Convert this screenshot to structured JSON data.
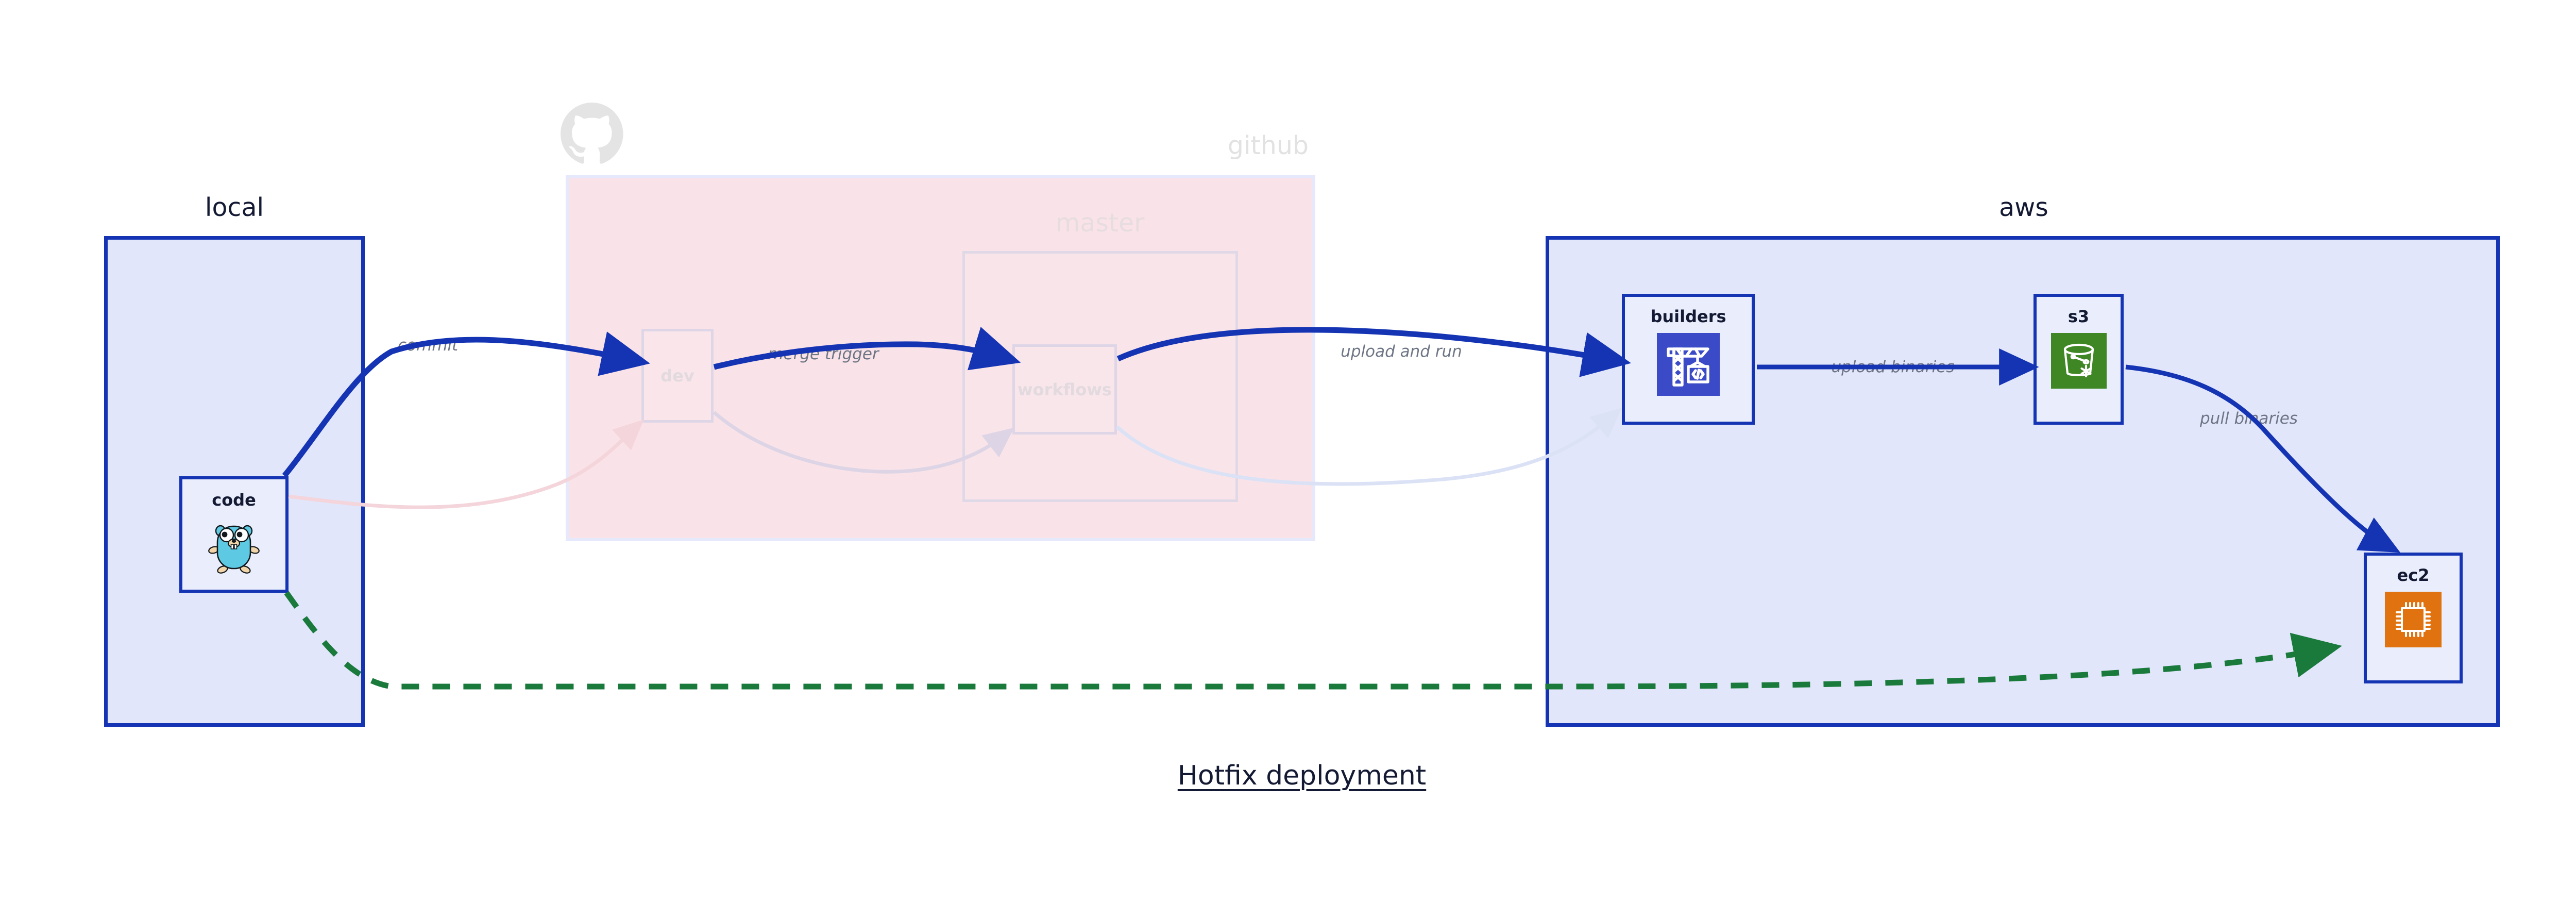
{
  "diagram": {
    "title": "Hotfix deployment",
    "type": "deployment-flow"
  },
  "groups": [
    {
      "id": "local",
      "label": "local",
      "style": "solid",
      "fill": "#e1e6fa",
      "stroke": "#1434b4"
    },
    {
      "id": "github",
      "label": "github",
      "style": "faded",
      "fill": "#f9e3e8",
      "stroke": "#e5e9fb"
    },
    {
      "id": "master",
      "label": "master",
      "style": "faded",
      "fill": "transparent",
      "stroke": "#dfd8e6"
    },
    {
      "id": "aws",
      "label": "aws",
      "style": "solid",
      "fill": "#e1e6fa",
      "stroke": "#1434b4"
    }
  ],
  "nodes": [
    {
      "id": "code",
      "label": "code",
      "group": "local",
      "icon": "go-gopher-icon",
      "state": "active"
    },
    {
      "id": "dev",
      "label": "dev",
      "group": "github",
      "icon": "none",
      "state": "faded"
    },
    {
      "id": "workflows",
      "label": "workflows",
      "group": "master",
      "icon": "none",
      "state": "faded"
    },
    {
      "id": "builders",
      "label": "builders",
      "group": "aws",
      "icon": "aws-builders-crane-icon",
      "icon_color": "#3b4bc8",
      "state": "active"
    },
    {
      "id": "s3",
      "label": "s3",
      "group": "aws",
      "icon": "aws-s3-bucket-icon",
      "icon_color": "#3f8624",
      "state": "active"
    },
    {
      "id": "ec2",
      "label": "ec2",
      "group": "aws",
      "icon": "aws-ec2-chip-icon",
      "icon_color": "#e0730f",
      "state": "active"
    }
  ],
  "edges": [
    {
      "id": "commit",
      "from": "code",
      "to": "dev",
      "label": "commit",
      "style": "solid-arrow",
      "color": "#1434b4",
      "emphasis": "primary"
    },
    {
      "id": "merge-trigger",
      "from": "dev",
      "to": "workflows",
      "label": "merge trigger",
      "style": "solid-arrow",
      "color": "#1434b4",
      "emphasis": "primary"
    },
    {
      "id": "upload-and-run",
      "from": "workflows",
      "to": "builders",
      "label": "upload and run",
      "style": "solid-arrow",
      "color": "#1434b4",
      "emphasis": "primary"
    },
    {
      "id": "upload-binaries",
      "from": "builders",
      "to": "s3",
      "label": "upload binaries",
      "style": "solid-arrow",
      "color": "#1434b4",
      "emphasis": "primary"
    },
    {
      "id": "pull-binaries",
      "from": "s3",
      "to": "ec2",
      "label": "pull binaries",
      "style": "solid-arrow",
      "color": "#1434b4",
      "emphasis": "primary"
    },
    {
      "id": "hotfix-direct",
      "from": "code",
      "to": "ec2",
      "label": "",
      "style": "dashed-arrow",
      "color": "#1a7a3c",
      "emphasis": "highlight"
    },
    {
      "id": "faded-code-dev",
      "from": "code",
      "to": "dev",
      "label": "",
      "style": "solid-arrow",
      "color": "#f6dde2",
      "emphasis": "faded"
    },
    {
      "id": "faded-dev-workflows",
      "from": "dev",
      "to": "workflows",
      "label": "",
      "style": "solid-arrow",
      "color": "#ded7e8",
      "emphasis": "faded"
    },
    {
      "id": "faded-workflows-build",
      "from": "workflows",
      "to": "builders",
      "label": "",
      "style": "solid-arrow",
      "color": "#dde3f7",
      "emphasis": "faded"
    }
  ],
  "edge_labels": {
    "commit": "commit",
    "merge_trigger": "merge trigger",
    "upload_and_run": "upload and run",
    "upload_binaries": "upload binaries",
    "pull_binaries": "pull binaries"
  },
  "node_labels": {
    "code": "code",
    "dev": "dev",
    "workflows": "workflows",
    "builders": "builders",
    "s3": "s3",
    "ec2": "ec2"
  },
  "group_labels": {
    "local": "local",
    "github": "github",
    "master": "master",
    "aws": "aws"
  },
  "watermark": {
    "icon": "github-octocat-icon",
    "color": "#e4e4e4"
  },
  "colors": {
    "accent_blue": "#1434b4",
    "group_fill_blue": "#e1e6fa",
    "group_fill_pink": "#f9e3e8",
    "hotfix_green": "#1a7a3c",
    "label_gray": "#6e7585",
    "text_navy": "#141a33",
    "aws_orange": "#e0730f",
    "aws_green": "#3f8624",
    "aws_indigo": "#3b4bc8",
    "gopher_cyan": "#5dc9e2"
  }
}
